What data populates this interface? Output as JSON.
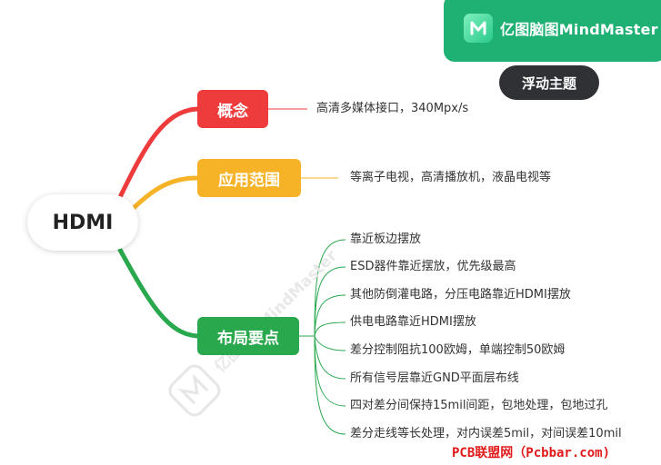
{
  "brand": {
    "name": "亿图脑图MindMaster",
    "color": "#1fb074",
    "icon": "mindmaster-logo-icon"
  },
  "floating_topic_button": "浮动主题",
  "central_topic": "HDMI",
  "branches": [
    {
      "label": "概念",
      "color": "#ee3b3b",
      "children": [
        "高清多媒体接口，340Mpx/s"
      ]
    },
    {
      "label": "应用范围",
      "color": "#f7b327",
      "children": [
        "等离子电视，高清播放机，液晶电视等"
      ]
    },
    {
      "label": "布局要点",
      "color": "#29a84e",
      "children": [
        "靠近板边摆放",
        "ESD器件靠近摆放，优先级最高",
        "其他防倒灌电路，分压电路靠近HDMI摆放",
        "供电电路靠近HDMI摆放",
        "差分控制阻抗100欧姆，单端控制50欧姆",
        "所有信号层靠近GND平面层布线",
        "四对差分间保持15mil间距，包地处理，包地过孔",
        "差分走线等长处理，对内误差5mil，对间误差10mil"
      ]
    }
  ],
  "watermark_text": "亿图脑图MindMaster",
  "footer": "PCB联盟网（Pcbbar.com)"
}
